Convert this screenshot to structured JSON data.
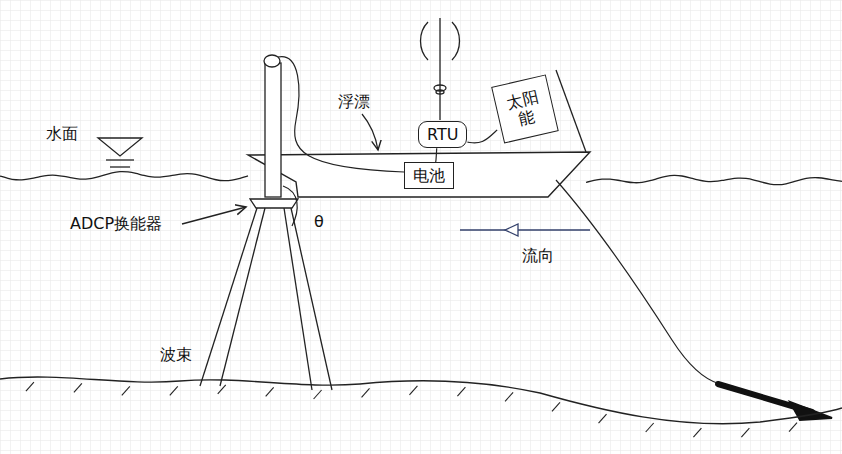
{
  "diagram": {
    "nodes": [
      {
        "text": [
          "RTU"
        ]
      },
      {
        "text": [
          "电池"
        ]
      },
      {
        "text": [
          "太阳能"
        ]
      }
    ],
    "edges": [
      {
        "from": 0,
        "to": 1,
        "arrow": "none"
      },
      {
        "from": 2,
        "to": 0,
        "arrow": "none"
      }
    ],
    "labels": [
      "水面",
      "浮漂",
      "ADCP换能器",
      "θ",
      "流向",
      "波束"
    ]
  }
}
